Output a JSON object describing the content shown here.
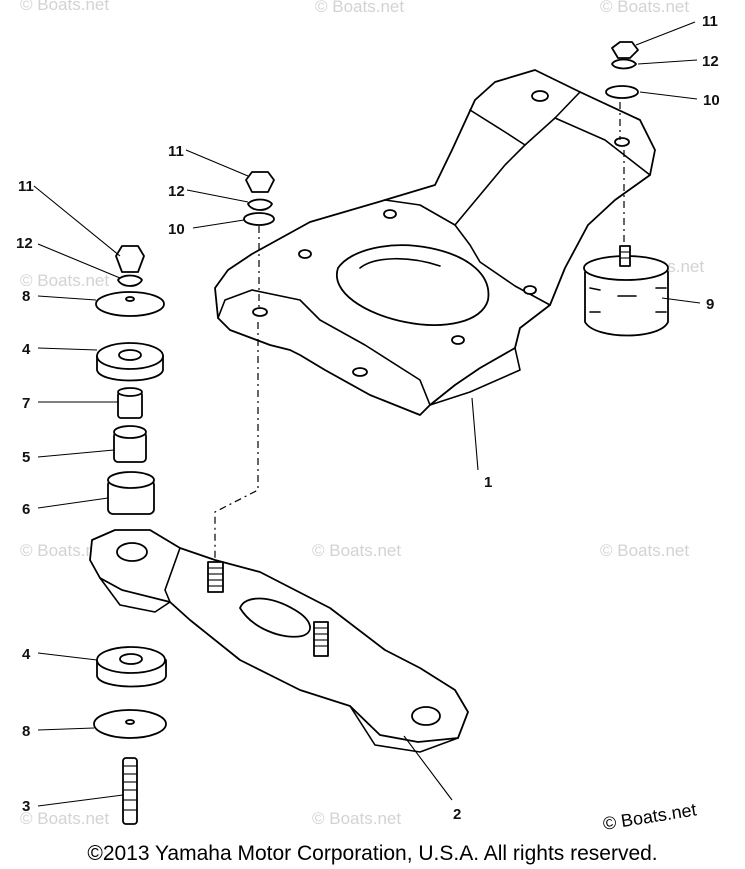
{
  "diagram": {
    "part_labels": {
      "p1": "1",
      "p2": "2",
      "p3": "3",
      "p4_upper": "4",
      "p4_lower": "4",
      "p5": "5",
      "p6": "6",
      "p7": "7",
      "p8_upper": "8",
      "p8_lower": "8",
      "p9": "9",
      "p10_center": "10",
      "p10_right": "10",
      "p11_left": "11",
      "p11_center": "11",
      "p11_right": "11",
      "p12_left": "12",
      "p12_center": "12",
      "p12_right": "12"
    },
    "watermark": "© Boats.net",
    "brand_mark": "© Boats.net"
  },
  "footer": {
    "copyright": "©2013 Yamaha Motor Corporation, U.S.A. All rights reserved."
  }
}
